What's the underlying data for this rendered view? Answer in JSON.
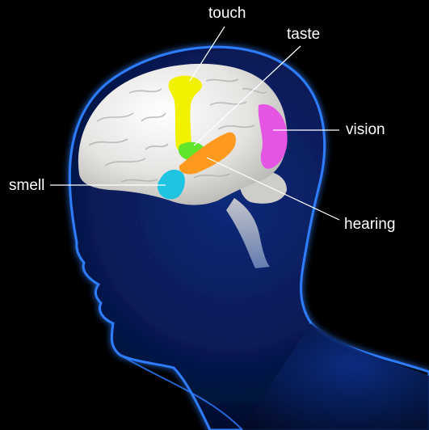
{
  "labels": {
    "touch": "touch",
    "taste": "taste",
    "vision": "vision",
    "smell": "smell",
    "hearing": "hearing"
  },
  "colors": {
    "background": "#000000",
    "head_glow": "#1f6bff",
    "brain": "#e8e6e3",
    "touch_region": "#f2f200",
    "taste_region": "#5fe62a",
    "vision_region": "#e455e4",
    "smell_region": "#1ec4e0",
    "hearing_region": "#ff9a1f",
    "leader_lines": "#ffffff"
  }
}
